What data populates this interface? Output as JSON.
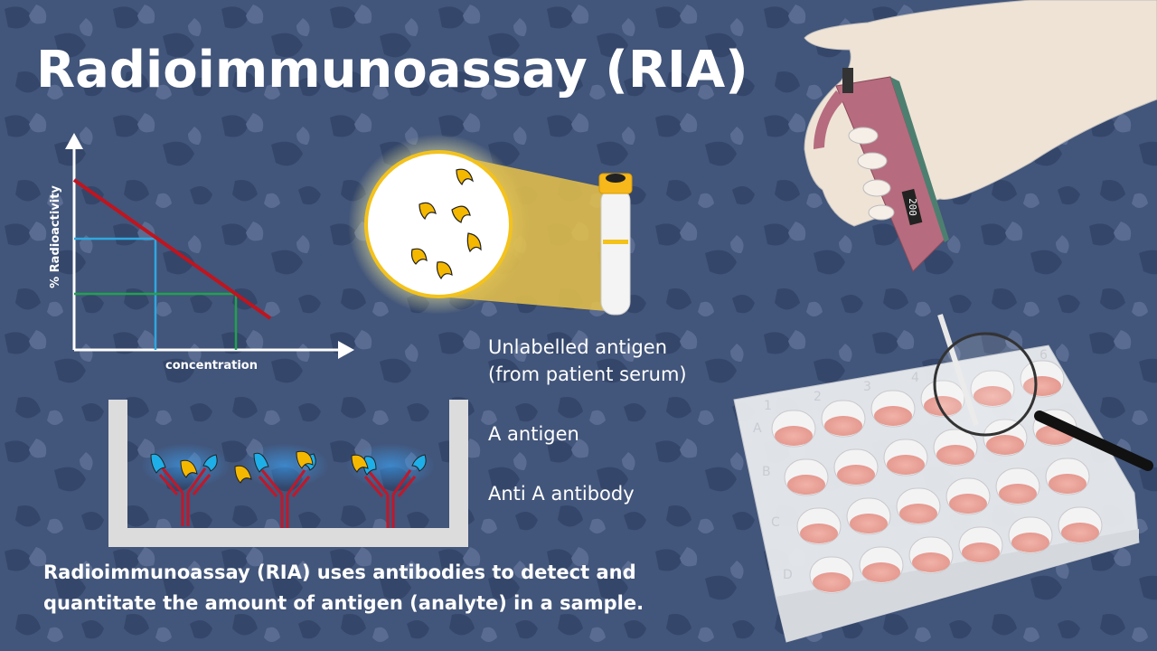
{
  "title": "Radioimmunoassay (RIA)",
  "graph": {
    "ylabel": "% Radioactivity",
    "xlabel": "concentration",
    "colors": {
      "curve": "#c0141e",
      "reading_1": "#2fa8e0",
      "reading_2": "#22a050"
    }
  },
  "labels": {
    "unlabelled_line1": "Unlabelled antigen",
    "unlabelled_line2": "(from patient serum)",
    "a_antigen": "A antigen",
    "anti_a_antibody": "Anti A antibody"
  },
  "caption": {
    "line1": "Radioimmunoassay (RIA) uses antibodies to detect and",
    "line2": "quantitate the amount of antigen (analyte) in a sample."
  },
  "pipette": {
    "volume_display": "200"
  },
  "plate": {
    "rows": [
      "A",
      "B",
      "C",
      "D"
    ],
    "columns": [
      "1",
      "2",
      "3",
      "4",
      "6"
    ]
  },
  "colors": {
    "background": "#3f5175",
    "antigen_yellow": "#f5b800",
    "antigen_blue": "#1eaee8",
    "antibody_red": "#c0182a",
    "well_gray": "#dcdcdc"
  }
}
